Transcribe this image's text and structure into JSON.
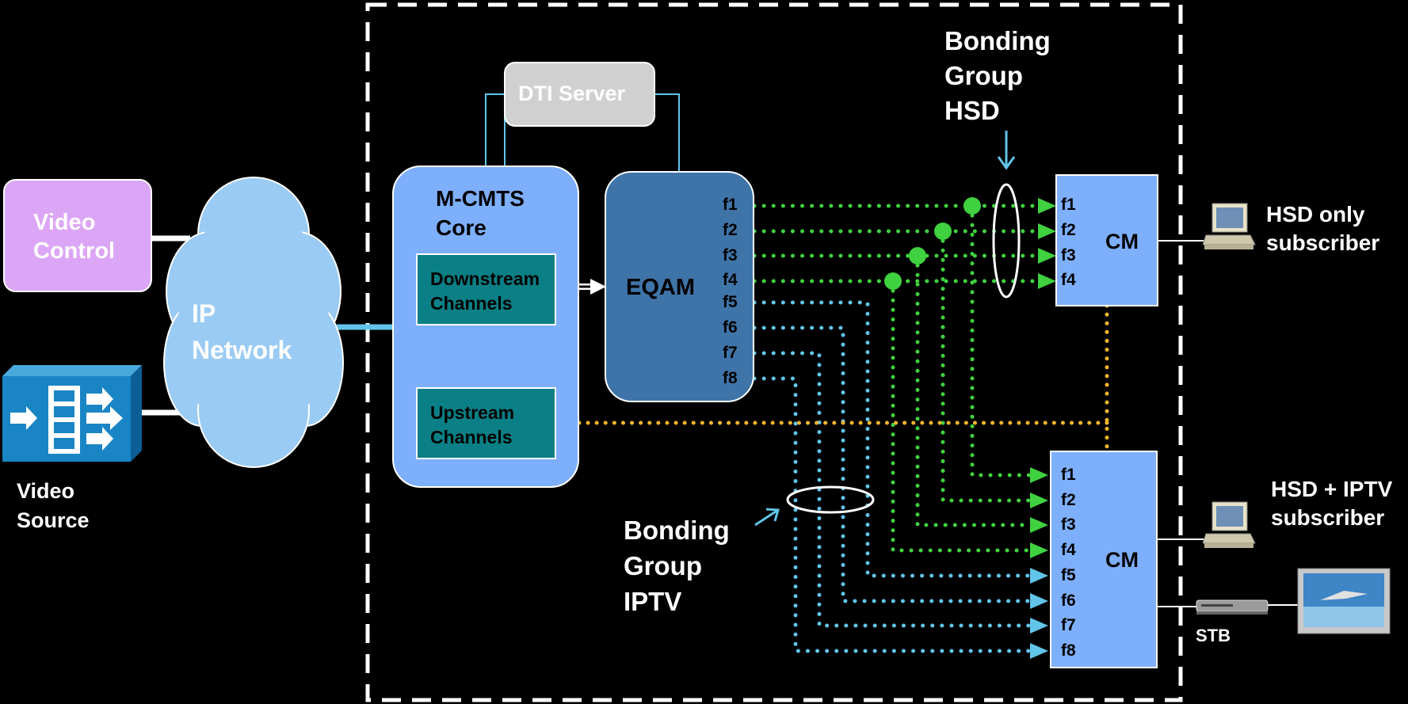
{
  "video_control": {
    "line1": "Video",
    "line2": "Control"
  },
  "ip_network": {
    "line1": "IP",
    "line2": "Network"
  },
  "video_source": {
    "line1": "Video",
    "line2": "Source"
  },
  "dti_server": {
    "label": "DTI Server"
  },
  "mcmts": {
    "line1": "M-CMTS",
    "line2": "Core"
  },
  "downstream": {
    "line1": "Downstream",
    "line2": "Channels"
  },
  "upstream": {
    "line1": "Upstream",
    "line2": "Channels"
  },
  "eqam": {
    "label": "EQAM",
    "freqs": [
      "f1",
      "f2",
      "f3",
      "f4",
      "f5",
      "f6",
      "f7",
      "f8"
    ]
  },
  "bonding_hsd": {
    "line1": "Bonding",
    "line2": "Group",
    "line3": "HSD"
  },
  "bonding_iptv": {
    "line1": "Bonding",
    "line2": "Group",
    "line3": "IPTV"
  },
  "cm_top": {
    "label": "CM",
    "freqs": [
      "f1",
      "f2",
      "f3",
      "f4"
    ]
  },
  "cm_bottom": {
    "label": "CM",
    "freqs": [
      "f1",
      "f2",
      "f3",
      "f4",
      "f5",
      "f6",
      "f7",
      "f8"
    ]
  },
  "hsd_only": {
    "line1": "HSD only",
    "line2": "subscriber"
  },
  "hsd_iptv": {
    "line1": "HSD + IPTV",
    "line2": "subscriber"
  },
  "stb": {
    "label": "STB"
  },
  "colors": {
    "green": "#3fd13f",
    "cyan": "#62c4e8",
    "orange": "#f3b52b",
    "cm_fill": "#7eaffc",
    "core_fill": "#7eaffc",
    "eqam_fill": "#3f74a8",
    "teal": "#0a7f85"
  }
}
